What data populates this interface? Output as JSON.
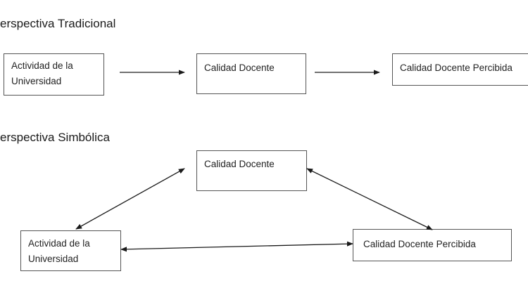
{
  "traditional": {
    "title": "erspectiva Tradicional",
    "nodes": {
      "actividad": "Actividad de la Universidad",
      "calidad": "Calidad Docente",
      "percibida": "Calidad Docente Percibida"
    }
  },
  "simbolica": {
    "title": "erspectiva Simbólica",
    "nodes": {
      "calidad": "Calidad Docente",
      "actividad": "Actividad de la Universidad",
      "percibida": "Calidad Docente Percibida"
    }
  },
  "colors": {
    "line": "#1a1a1a",
    "border": "#555555"
  }
}
